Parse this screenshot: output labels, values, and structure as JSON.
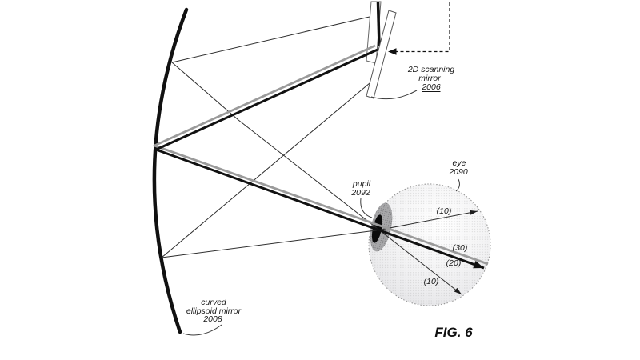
{
  "caption": "FIG. 6",
  "labels": {
    "scanning_mirror": {
      "line1": "2D scanning",
      "line2": "mirror",
      "ref": "2006"
    },
    "ellipsoid_mirror": {
      "line1": "curved",
      "line2": "ellipsoid mirror",
      "ref": "2008"
    },
    "eye": {
      "name": "eye",
      "ref": "2090"
    },
    "pupil": {
      "name": "pupil",
      "ref": "2092"
    },
    "ray_angles": {
      "top": "(10)",
      "gray_beam": "(30)",
      "black_beam": "(20)",
      "bottom": "(10)"
    }
  },
  "colors": {
    "ink": "#111111",
    "gray_beam": "#9b9b9b",
    "eye_edge": "#8f8f8f"
  }
}
